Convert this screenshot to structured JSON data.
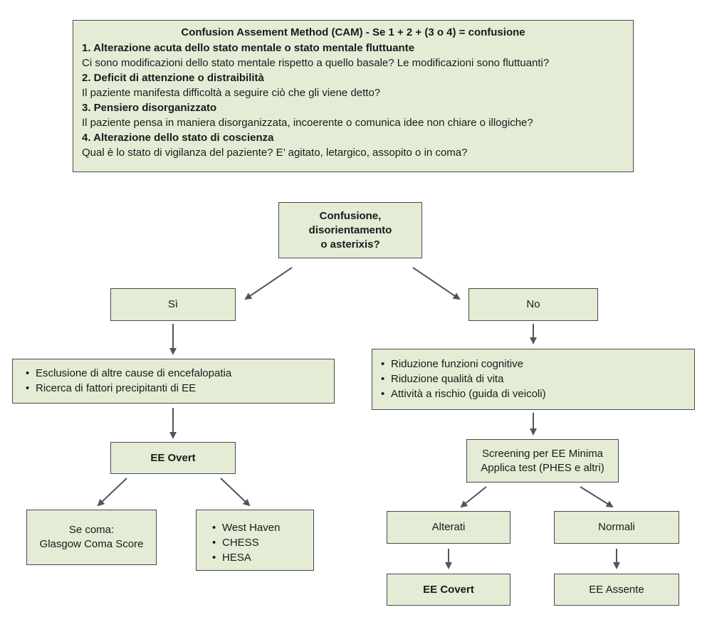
{
  "cam": {
    "title": "Confusion Assement Method (CAM)  -  Se 1 + 2 + (3 o 4) = confusione",
    "items": [
      {
        "heading": "1. Alterazione acuta dello stato mentale o stato mentale fluttuante",
        "question": "Ci sono modificazioni dello stato mentale rispetto a quello basale? Le modificazioni sono fluttuanti?"
      },
      {
        "heading": "2. Deficit di attenzione o distraibilità",
        "question": "Il paziente manifesta difficoltà a seguire ciò che gli viene detto?"
      },
      {
        "heading": "3. Pensiero disorganizzato",
        "question": "Il paziente pensa in maniera disorganizzata, incoerente o comunica idee non chiare o illogiche?"
      },
      {
        "heading": "4. Alterazione dello stato di coscienza",
        "question": "Qual è lo stato di vigilanza del paziente? E’ agitato, letargico, assopito o in coma?"
      }
    ]
  },
  "flow": {
    "root": {
      "lines": [
        "Confusione,",
        "disorientamento",
        "o asterixis?"
      ]
    },
    "yes": {
      "label": "Sì"
    },
    "no": {
      "label": "No"
    },
    "yes_actions": [
      "Esclusione di altre cause di encefalopatia",
      "Ricerca di fattori precipitanti di EE"
    ],
    "overt": {
      "label": "EE Overt"
    },
    "coma": {
      "lines": [
        "Se coma:",
        "Glasgow Coma Score"
      ]
    },
    "scales": [
      "West Haven",
      "CHESS",
      "HESA"
    ],
    "no_findings": [
      "Riduzione funzioni cognitive",
      "Riduzione qualità di vita",
      "Attività a rischio (guida di veicoli)"
    ],
    "screening": {
      "lines": [
        "Screening per EE Minima",
        "Applica test (PHES e altri)"
      ]
    },
    "altered": {
      "label": "Alterati"
    },
    "normal": {
      "label": "Normali"
    },
    "covert": {
      "label": "EE Covert"
    },
    "absent": {
      "label": "EE Assente"
    }
  },
  "colors": {
    "box_fill": "#e4ecd6",
    "border": "#4a4a4a",
    "arrow": "#555555"
  }
}
